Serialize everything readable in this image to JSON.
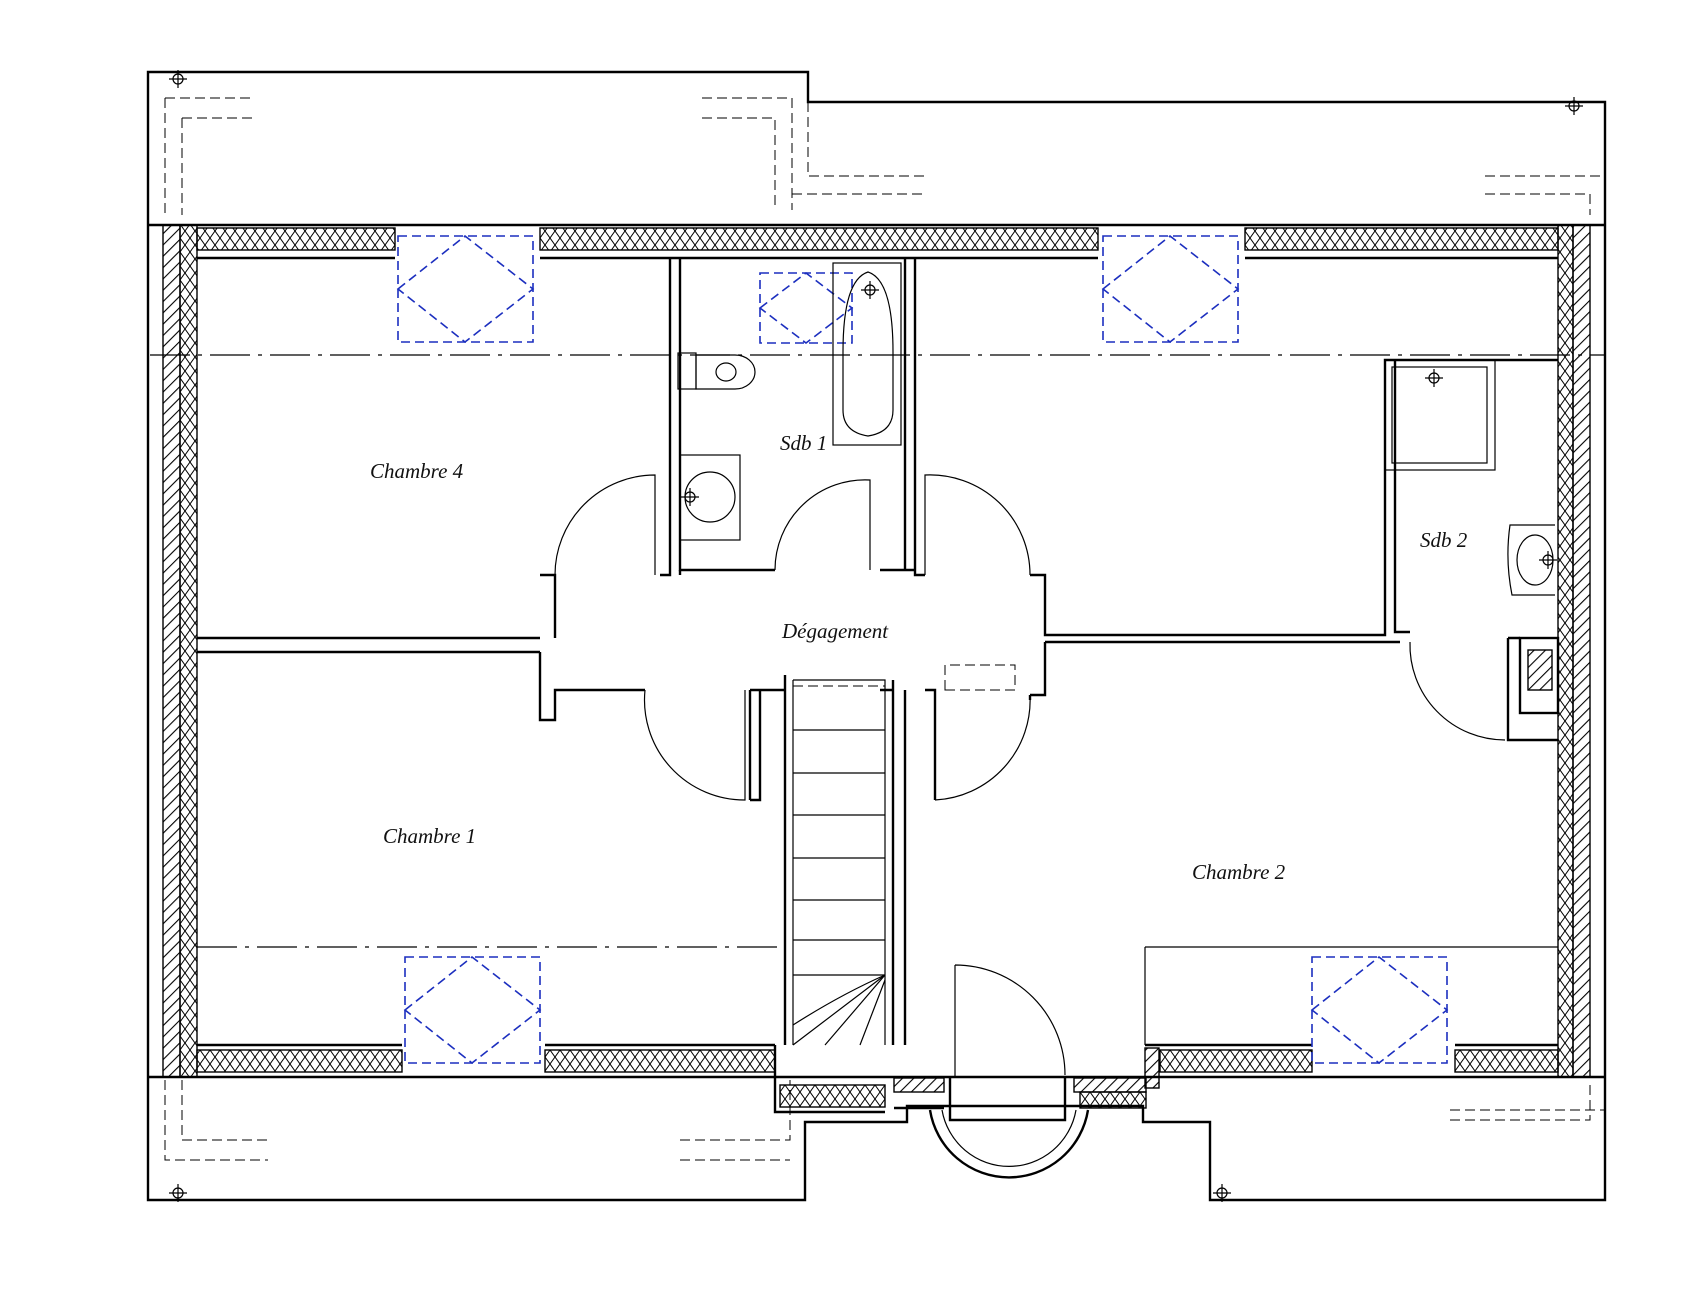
{
  "rooms": {
    "chambre4": "Chambre 4",
    "chambre1": "Chambre 1",
    "chambre2": "Chambre 2",
    "sdb1": "Sdb 1",
    "sdb2": "Sdb 2",
    "degagement": "Dégagement"
  },
  "colors": {
    "walls": "#000000",
    "roof_windows": "#1c2fbf",
    "background": "#ffffff"
  }
}
